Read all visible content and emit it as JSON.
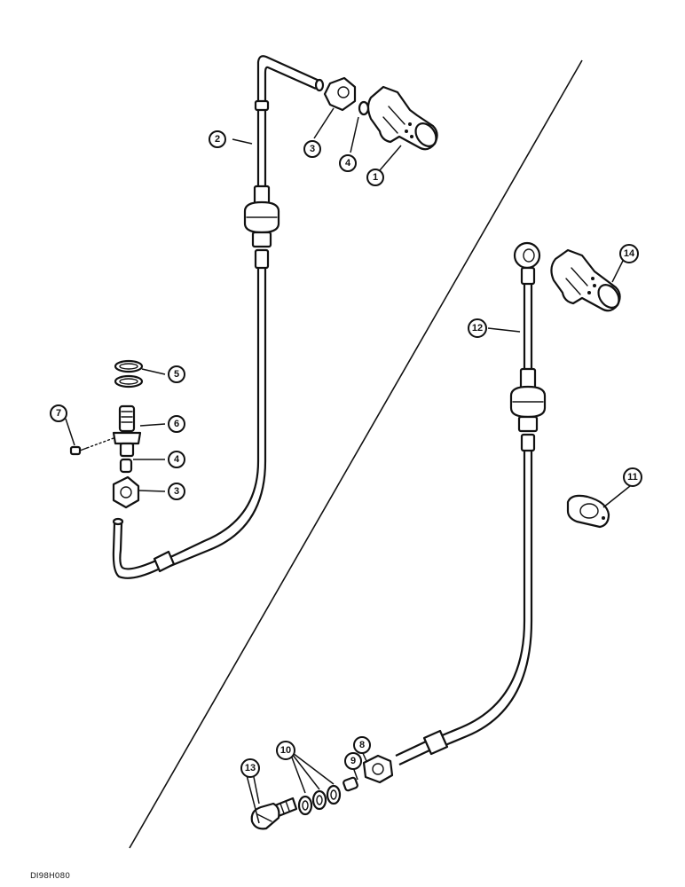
{
  "diagram": {
    "drawing_ref": "DI98H080",
    "callouts": [
      {
        "id": "c1",
        "label": "1"
      },
      {
        "id": "c2",
        "label": "2"
      },
      {
        "id": "c3a",
        "label": "3"
      },
      {
        "id": "c4a",
        "label": "4"
      },
      {
        "id": "c5",
        "label": "5"
      },
      {
        "id": "c6",
        "label": "6"
      },
      {
        "id": "c7",
        "label": "7"
      },
      {
        "id": "c4b",
        "label": "4"
      },
      {
        "id": "c3b",
        "label": "3"
      },
      {
        "id": "c14",
        "label": "14"
      },
      {
        "id": "c12",
        "label": "12"
      },
      {
        "id": "c11",
        "label": "11"
      },
      {
        "id": "c8",
        "label": "8"
      },
      {
        "id": "c9",
        "label": "9"
      },
      {
        "id": "c10",
        "label": "10"
      },
      {
        "id": "c13",
        "label": "13"
      }
    ]
  }
}
